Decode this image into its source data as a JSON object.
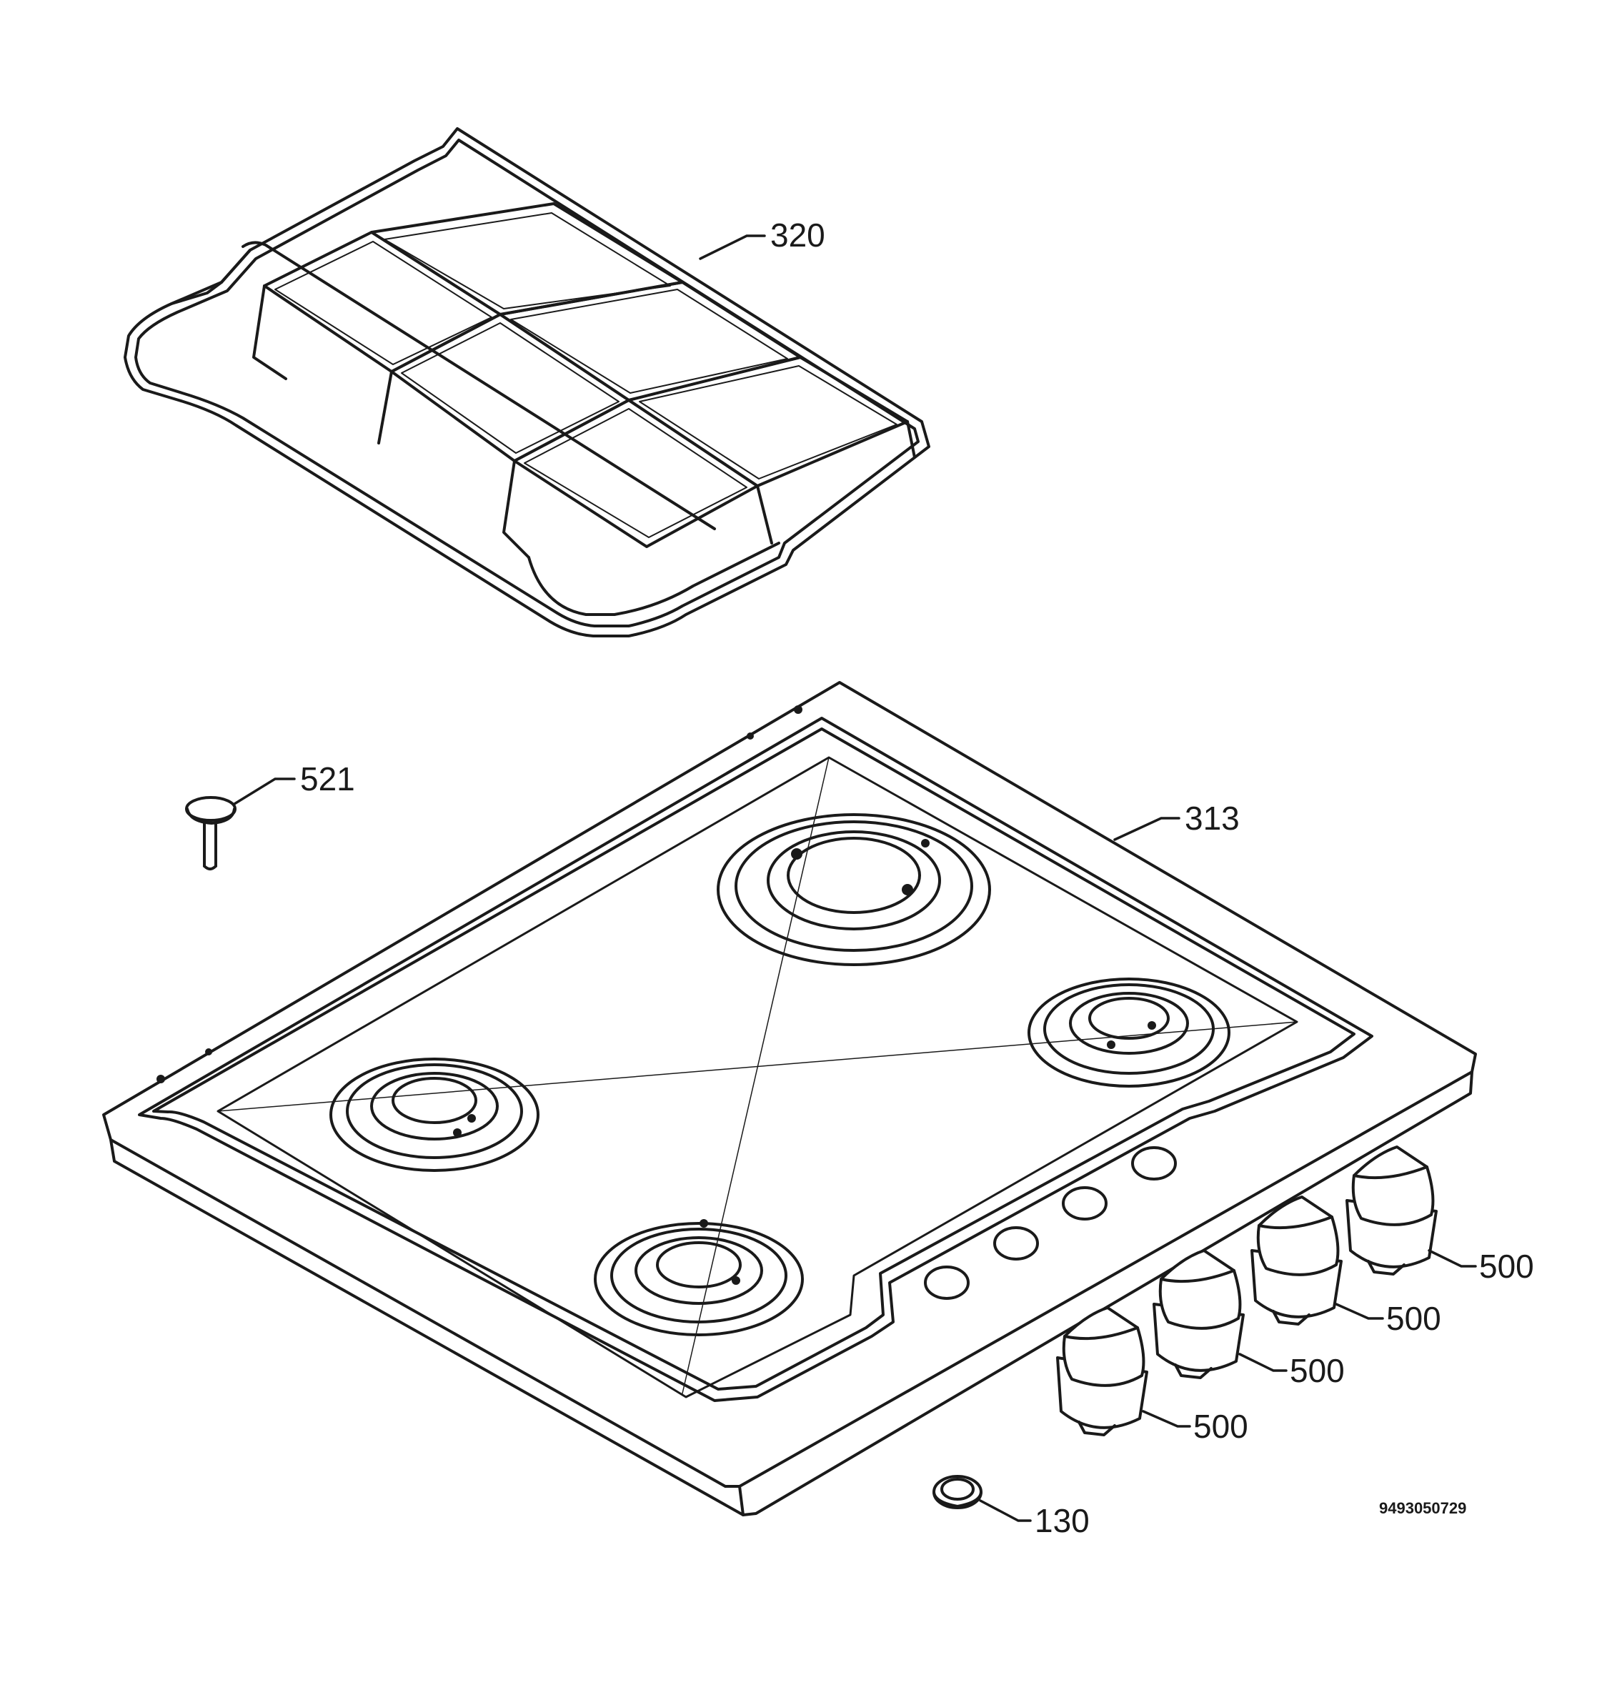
{
  "diagram": {
    "callouts": {
      "grate": "320",
      "rubber_foot": "521",
      "hob_top": "313",
      "knob_1": "500",
      "knob_2": "500",
      "knob_3": "500",
      "knob_4": "500",
      "seal_ring": "130"
    },
    "document_number": "9493050729",
    "line_color": "#1a1a1a",
    "background_color": "#ffffff"
  }
}
